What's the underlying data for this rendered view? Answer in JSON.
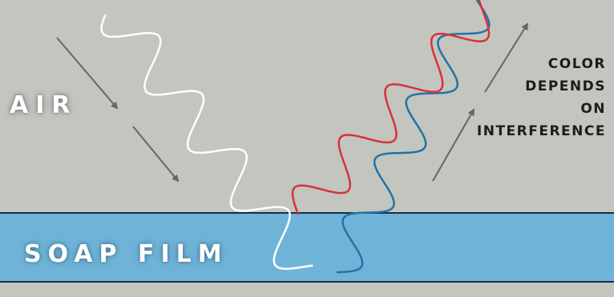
{
  "labels": {
    "air": "AIR",
    "soap_film": "SOAP FILM"
  },
  "caption": {
    "lines": [
      "COLOR",
      "DEPENDS",
      "ON",
      "INTERFERENCE"
    ]
  },
  "colors": {
    "air_background": "#c3c5bf",
    "film_background": "#6fb4d8",
    "film_border": "#1b2a4a",
    "incoming_wave": "#ffffff",
    "reflected_wave_red": "#d8323c",
    "reflected_wave_blue": "#2273a6",
    "arrow": "#666666"
  },
  "icons": {
    "incoming_arrows": "arrow-down-right-icon",
    "outgoing_arrows": "arrow-up-right-icon"
  }
}
